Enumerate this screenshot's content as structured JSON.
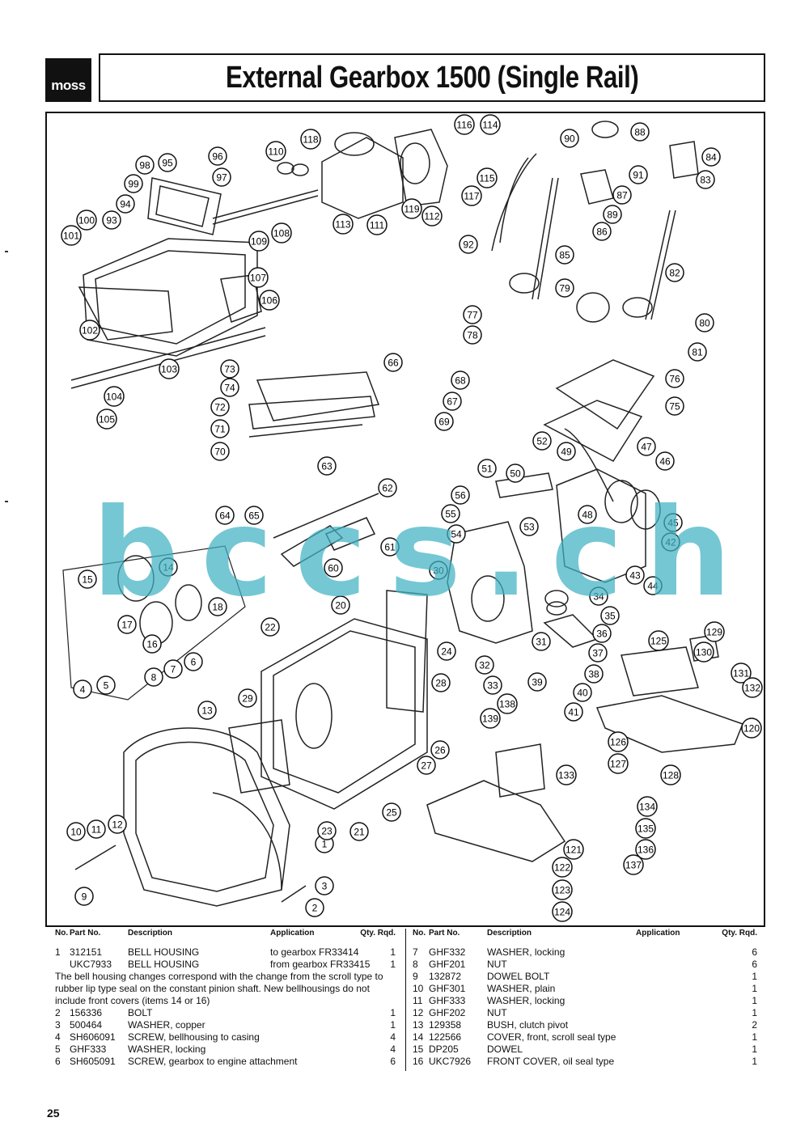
{
  "logo": "moss",
  "title": "External Gearbox 1500 (Single Rail)",
  "watermark": [
    "b",
    "c",
    "c",
    "s",
    ".",
    "c",
    "h"
  ],
  "callouts": [
    "1",
    "2",
    "3",
    "4",
    "5",
    "6",
    "7",
    "8",
    "9",
    "10",
    "11",
    "12",
    "13",
    "14",
    "15",
    "16",
    "17",
    "18",
    "20",
    "21",
    "22",
    "23",
    "24",
    "25",
    "26",
    "27",
    "28",
    "29",
    "30",
    "31",
    "32",
    "33",
    "34",
    "35",
    "36",
    "37",
    "38",
    "39",
    "40",
    "41",
    "42",
    "43",
    "44",
    "45",
    "46",
    "47",
    "48",
    "49",
    "50",
    "51",
    "52",
    "53",
    "54",
    "55",
    "56",
    "60",
    "61",
    "62",
    "63",
    "64",
    "65",
    "66",
    "67",
    "68",
    "69",
    "70",
    "71",
    "72",
    "73",
    "74",
    "75",
    "76",
    "77",
    "78",
    "79",
    "80",
    "81",
    "82",
    "83",
    "84",
    "85",
    "86",
    "87",
    "88",
    "89",
    "90",
    "91",
    "92",
    "93",
    "94",
    "95",
    "96",
    "97",
    "98",
    "99",
    "100",
    "101",
    "102",
    "103",
    "104",
    "105",
    "106",
    "107",
    "108",
    "109",
    "110",
    "111",
    "112",
    "113",
    "114",
    "115",
    "116",
    "117",
    "118",
    "119",
    "120",
    "121",
    "122",
    "123",
    "124",
    "125",
    "126",
    "127",
    "128",
    "129",
    "130",
    "131",
    "132",
    "133",
    "134",
    "135",
    "136",
    "137",
    "138",
    "139"
  ],
  "table": {
    "headers": {
      "no": "No.",
      "part": "Part No.",
      "desc": "Description",
      "app": "Application",
      "qty": "Qty. Rqd."
    },
    "left_rows": [
      {
        "no": "1",
        "part": "312151",
        "desc": "BELL HOUSING",
        "app": "to gearbox FR33414",
        "qty": "1"
      },
      {
        "no": "",
        "part": "UKC7933",
        "desc": "BELL HOUSING",
        "app": "from gearbox FR33415",
        "qty": "1"
      }
    ],
    "note": "The bell housing changes correspond with the change from the scroll type to rubber lip type seal on the constant pinion shaft. New bellhousings do not include front covers (items 14 or 16)",
    "left_rows_2": [
      {
        "no": "2",
        "part": "156336",
        "desc": "BOLT",
        "app": "",
        "qty": "1"
      },
      {
        "no": "3",
        "part": "500464",
        "desc": "WASHER, copper",
        "app": "",
        "qty": "1"
      },
      {
        "no": "4",
        "part": "SH606091",
        "desc": "SCREW, bellhousing to casing",
        "app": "",
        "qty": "4"
      },
      {
        "no": "5",
        "part": "GHF333",
        "desc": "WASHER, locking",
        "app": "",
        "qty": "4"
      },
      {
        "no": "6",
        "part": "SH605091",
        "desc": "SCREW, gearbox to engine attachment",
        "app": "",
        "qty": "6"
      }
    ],
    "right_rows": [
      {
        "no": "7",
        "part": "GHF332",
        "desc": "WASHER, locking",
        "app": "",
        "qty": "6"
      },
      {
        "no": "8",
        "part": "GHF201",
        "desc": "NUT",
        "app": "",
        "qty": "6"
      },
      {
        "no": "9",
        "part": "132872",
        "desc": "DOWEL BOLT",
        "app": "",
        "qty": "1"
      },
      {
        "no": "10",
        "part": "GHF301",
        "desc": "WASHER, plain",
        "app": "",
        "qty": "1"
      },
      {
        "no": "11",
        "part": "GHF333",
        "desc": "WASHER, locking",
        "app": "",
        "qty": "1"
      },
      {
        "no": "12",
        "part": "GHF202",
        "desc": "NUT",
        "app": "",
        "qty": "1"
      },
      {
        "no": "13",
        "part": "129358",
        "desc": "BUSH, clutch pivot",
        "app": "",
        "qty": "2"
      },
      {
        "no": "14",
        "part": "122566",
        "desc": "COVER, front, scroll seal type",
        "app": "",
        "qty": "1"
      },
      {
        "no": "15",
        "part": "DP205",
        "desc": "DOWEL",
        "app": "",
        "qty": "1"
      },
      {
        "no": "16",
        "part": "UKC7926",
        "desc": "FRONT COVER, oil seal type",
        "app": "",
        "qty": "1"
      }
    ]
  },
  "page_number": "25"
}
